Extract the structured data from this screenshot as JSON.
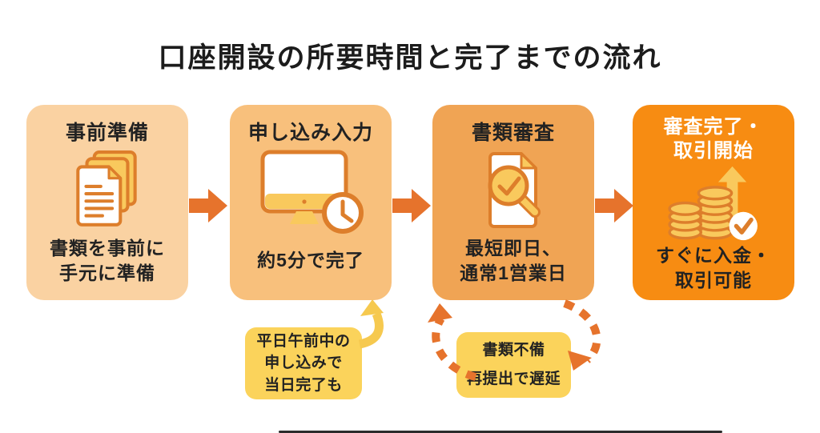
{
  "title": "口座開設の所要時間と完了までの流れ",
  "steps": [
    {
      "label_lines": [
        "事前準備"
      ],
      "icon": "documents-stack-icon",
      "caption_lines": [
        "書類を事前に",
        "手元に準備"
      ]
    },
    {
      "label_lines": [
        "申し込み入力"
      ],
      "icon": "monitor-clock-icon",
      "caption_lines": [
        "約5分で完了"
      ]
    },
    {
      "label_lines": [
        "書類審査"
      ],
      "icon": "document-magnifier-check-icon",
      "caption_lines": [
        "最短即日、",
        "通常1営業日"
      ]
    },
    {
      "label_lines": [
        "審査完了・",
        "取引開始"
      ],
      "icon": "coins-growth-check-icon",
      "caption_lines": [
        "すぐに入金・",
        "取引可能"
      ]
    }
  ],
  "callouts": [
    {
      "lines": [
        "平日午前中の",
        "申し込みで",
        "当日完了も"
      ]
    },
    {
      "lines": [
        "書類不備",
        "再提出で遅延"
      ]
    }
  ],
  "colors": {
    "background": "#FFFFFF",
    "title_text": "#1C1C1C",
    "body_text": "#222222",
    "step1_bg": "#FAD2A2",
    "step2_bg": "#F8C07C",
    "step3_bg": "#F0A454",
    "step4_bg": "#F78C12",
    "step4_header_text": "#FFFFFF",
    "flow_arrow": "#E6732C",
    "callout_bg": "#FBD35B",
    "callout_curved_arrow": "#F6C94F",
    "loop_dashed_arrow": "#E6732C",
    "icon_outline": "#DD7E2B",
    "icon_fill": "#F9C95D"
  }
}
